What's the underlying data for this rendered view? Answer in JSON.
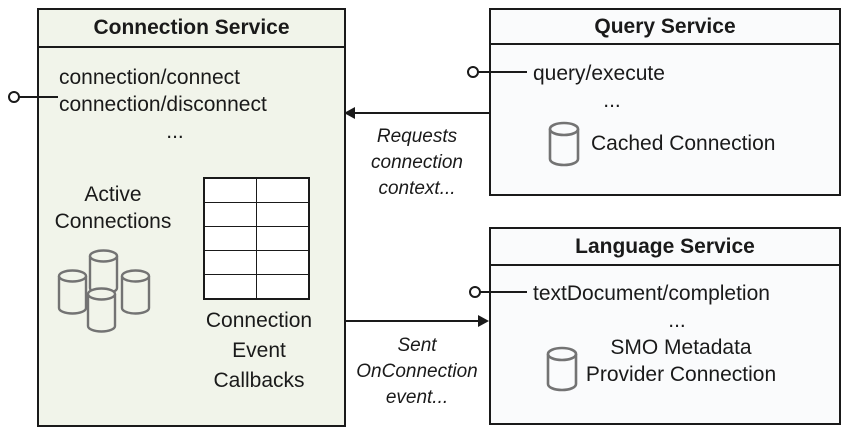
{
  "diagram": {
    "connection_service": {
      "title": "Connection Service",
      "method_1": "connection/connect",
      "method_2": "connection/disconnect",
      "ellipsis": "...",
      "active_connections": {
        "line1": "Active",
        "line2": "Connections"
      },
      "callbacks": {
        "line1": "Connection",
        "line2": "Event",
        "line3": "Callbacks"
      }
    },
    "query_service": {
      "title": "Query Service",
      "method_1": "query/execute",
      "ellipsis": "...",
      "cached_connection_label": "Cached Connection"
    },
    "language_service": {
      "title": "Language Service",
      "method_1": "textDocument/completion",
      "ellipsis": "...",
      "smo_label": {
        "line1": "SMO Metadata",
        "line2": "Provider Connection"
      }
    },
    "arrows": {
      "requests": {
        "line1": "Requests",
        "line2": "connection",
        "line3": "context..."
      },
      "sent": {
        "line1": "Sent",
        "line2": "OnConnection",
        "line3": "event..."
      }
    },
    "icons": {
      "connection_interface": "lollipop-interface-icon",
      "query_interface": "lollipop-interface-icon",
      "language_interface": "lollipop-interface-icon",
      "active_connections": "database-cluster-icon",
      "cached_connection": "database-cylinder-icon",
      "smo_connection": "database-cylinder-icon",
      "callbacks_table": "grid-table-icon"
    },
    "colors": {
      "connection_service_fill": "#f1f4ea",
      "service_fill": "#fafbfc",
      "border": "#1a1a1a",
      "icon_stroke": "#737373"
    }
  }
}
